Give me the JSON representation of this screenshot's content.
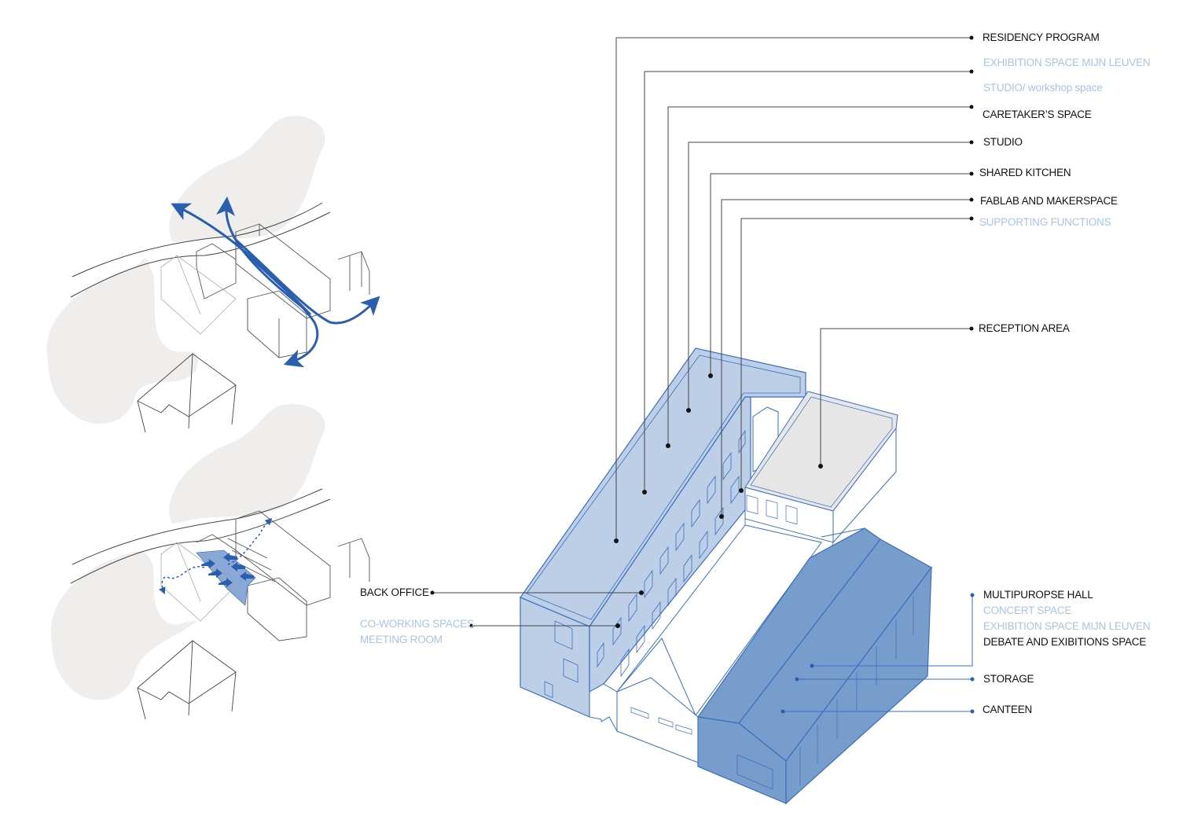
{
  "colors": {
    "label_primary": "#111111",
    "label_secondary": "#a9c3e6",
    "leader_dark": "#333333",
    "leader_blue": "#3a6fbf",
    "volume_light_blue": "#bccfe7",
    "volume_dark_blue": "#779dcc",
    "volume_grey": "#e6e6e6",
    "outline_blue": "#3a6fbf",
    "cloud_grey": "#efeeed",
    "arrow_blue": "#2a5fb0"
  },
  "diagram": {
    "title": "",
    "sketches": [
      {
        "name": "circulation-sketch",
        "description": "Site sketch with blue circulation arrows crossing the building"
      },
      {
        "name": "courtyard-sketch",
        "description": "Site sketch with highlighted courtyard, inward arrows and dashed flow lines"
      }
    ],
    "labels_right": [
      {
        "id": "residency",
        "lines": [
          "RESIDENCY PROGRAM"
        ],
        "tone": "dark"
      },
      {
        "id": "exhibition-studio",
        "lines": [
          "EXHIBITION SPACE MIJN LEUVEN",
          "STUDIO/ workshop space"
        ],
        "tone": "light"
      },
      {
        "id": "caretaker",
        "lines": [
          "CARETAKER’S SPACE"
        ],
        "tone": "dark"
      },
      {
        "id": "studio",
        "lines": [
          "STUDIO"
        ],
        "tone": "dark"
      },
      {
        "id": "kitchen",
        "lines": [
          "SHARED KITCHEN"
        ],
        "tone": "dark"
      },
      {
        "id": "fablab",
        "lines": [
          "FABLAB AND MAKERSPACE"
        ],
        "tone": "dark"
      },
      {
        "id": "supporting",
        "lines": [
          "SUPPORTING FUNCTIONS"
        ],
        "tone": "light"
      },
      {
        "id": "reception",
        "lines": [
          "RECEPTION AREA"
        ],
        "tone": "dark"
      }
    ],
    "labels_hall": {
      "multipurpose": "MULTIPUROPSE HALL",
      "concert": "CONCERT SPACE",
      "exhibition": "EXHIBITION SPACE MIJN LEUVEN",
      "debate": "DEBATE AND EXIBITIONS SPACE",
      "storage": "STORAGE",
      "canteen": "CANTEEN"
    },
    "labels_left": {
      "back_office": "BACK OFFICE",
      "coworking": "CO-WORKING SPACES",
      "meeting": "MEETING ROOM"
    }
  }
}
